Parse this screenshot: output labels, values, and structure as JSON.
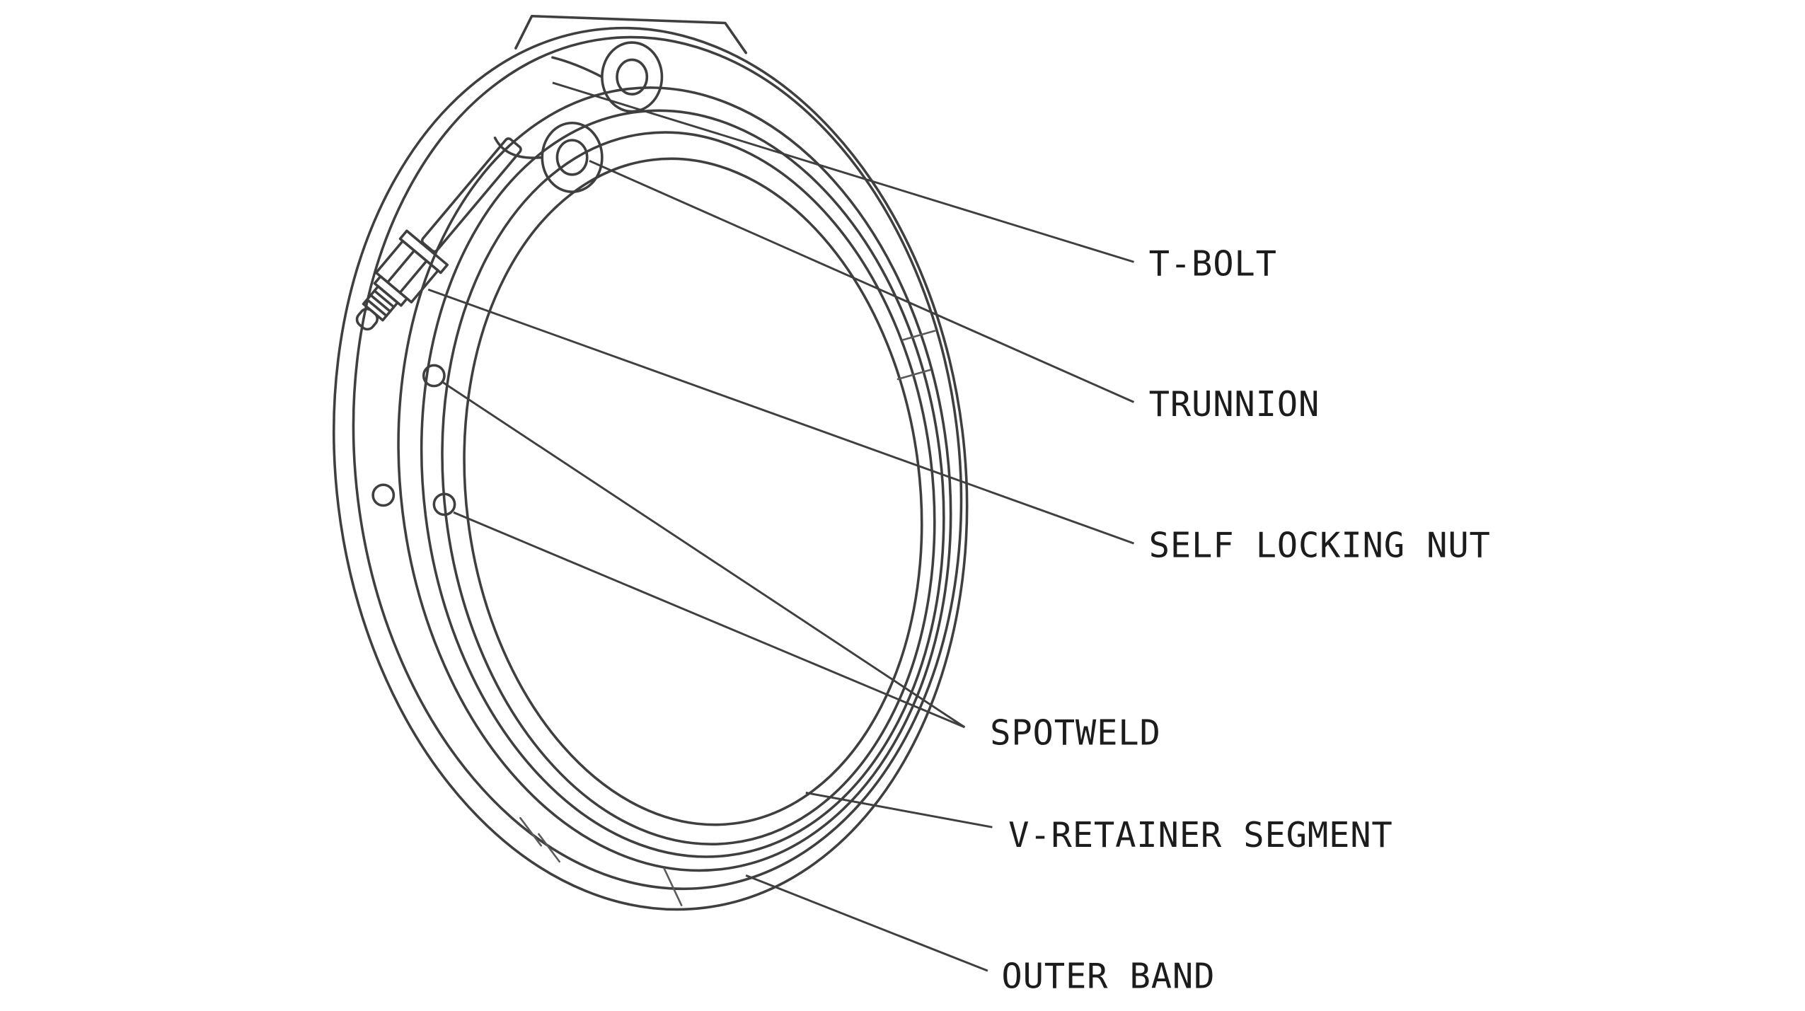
{
  "diagram": {
    "labels": [
      {
        "id": "t-bolt",
        "text": "T-BOLT"
      },
      {
        "id": "trunnion",
        "text": "TRUNNION"
      },
      {
        "id": "self-locking-nut",
        "text": "SELF LOCKING NUT"
      },
      {
        "id": "spotweld",
        "text": "SPOTWELD"
      },
      {
        "id": "v-retainer-segment",
        "text": "V-RETAINER SEGMENT"
      },
      {
        "id": "outer-band",
        "text": "OUTER BAND"
      }
    ],
    "colors": {
      "line": "#3f3f3f",
      "text": "#1c1c1c",
      "background": "#ffffff"
    }
  }
}
